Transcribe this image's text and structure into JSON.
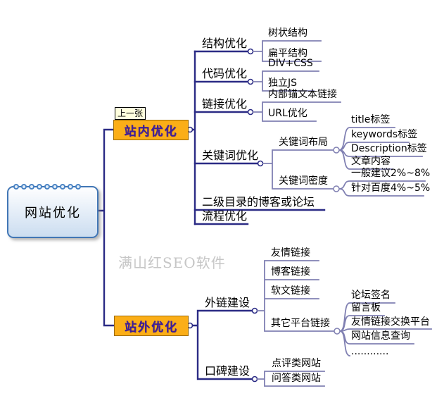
{
  "tooltip": {
    "text": "上一张"
  },
  "watermark": {
    "text": "满山红SEO软件"
  },
  "colors": {
    "branch_main": "#2B2B85",
    "branch_sub": "#8080B2",
    "topic_fill": "#FBAE17",
    "topic_border": "#9C6A00",
    "topic_text": "#3D1E99",
    "root_border": "#4176B5",
    "root_fill": "#CBDDF0",
    "spiral": "#4B84C4",
    "tooltip_bg": "#FFFFDE",
    "watermark": "#C6C6C6"
  },
  "mindmap": {
    "root": {
      "label": "网站优化"
    },
    "branches": [
      {
        "label": "站内优化",
        "children": [
          {
            "label": "结构优化",
            "children": [
              {
                "label": "树状结构"
              },
              {
                "label": "扁平结构"
              }
            ]
          },
          {
            "label": "代码优化",
            "children": [
              {
                "label": "DIV+CSS"
              },
              {
                "label": "独立JS"
              }
            ]
          },
          {
            "label": "链接优化",
            "children": [
              {
                "label": "内部锚文本链接"
              },
              {
                "label": "URL优化"
              }
            ]
          },
          {
            "label": "关键词优化",
            "children": [
              {
                "label": "关键词布局",
                "children": [
                  {
                    "label": "title标签"
                  },
                  {
                    "label": "keywords标签"
                  },
                  {
                    "label": "Description标签"
                  },
                  {
                    "label": "文章内容"
                  }
                ]
              },
              {
                "label": "关键词密度",
                "children": [
                  {
                    "label": "一般建议2%~8%"
                  },
                  {
                    "label": "针对百度4%~5%"
                  }
                ]
              }
            ]
          },
          {
            "label": "二级目录的博客或论坛"
          },
          {
            "label": "流程优化"
          }
        ]
      },
      {
        "label": "站外优化",
        "children": [
          {
            "label": "外链建设",
            "children": [
              {
                "label": "友情链接"
              },
              {
                "label": "博客链接"
              },
              {
                "label": "软文链接"
              },
              {
                "label": "其它平台链接",
                "children": [
                  {
                    "label": "论坛签名"
                  },
                  {
                    "label": "留言板"
                  },
                  {
                    "label": "友情链接交换平台"
                  },
                  {
                    "label": "网站信息查询"
                  },
                  {
                    "label": "............"
                  }
                ]
              }
            ]
          },
          {
            "label": "口碑建设",
            "children": [
              {
                "label": "点评类网站"
              },
              {
                "label": "问答类网站"
              }
            ]
          }
        ]
      }
    ]
  }
}
